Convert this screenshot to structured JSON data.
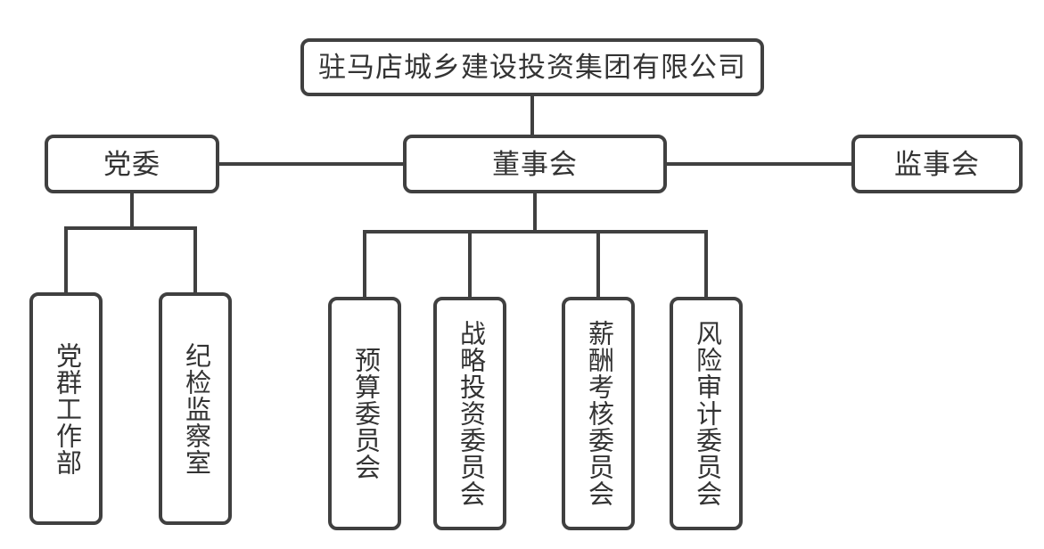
{
  "colors": {
    "line": "#404040",
    "text": "#333333",
    "background": "#ffffff"
  },
  "org_chart": {
    "root": {
      "label": "驻马店城乡建设投资集团有限公司"
    },
    "governance": [
      {
        "label": "党委"
      },
      {
        "label": "董事会"
      },
      {
        "label": "监事会"
      }
    ],
    "party_departments": [
      {
        "label": "党群工作部"
      },
      {
        "label": "纪检监察室"
      }
    ],
    "board_committees": [
      {
        "label": "预算委员会"
      },
      {
        "label": "战略投资委员会"
      },
      {
        "label": "薪酬考核委员会"
      },
      {
        "label": "风险审计委员会"
      }
    ],
    "edges": [
      {
        "from": "驻马店城乡建设投资集团有限公司",
        "to": "董事会"
      },
      {
        "from": "党委",
        "to": "董事会"
      },
      {
        "from": "董事会",
        "to": "监事会"
      },
      {
        "from": "党委",
        "to": "党群工作部"
      },
      {
        "from": "党委",
        "to": "纪检监察室"
      },
      {
        "from": "董事会",
        "to": "预算委员会"
      },
      {
        "from": "董事会",
        "to": "战略投资委员会"
      },
      {
        "from": "董事会",
        "to": "薪酬考核委员会"
      },
      {
        "from": "董事会",
        "to": "风险审计委员会"
      }
    ]
  }
}
